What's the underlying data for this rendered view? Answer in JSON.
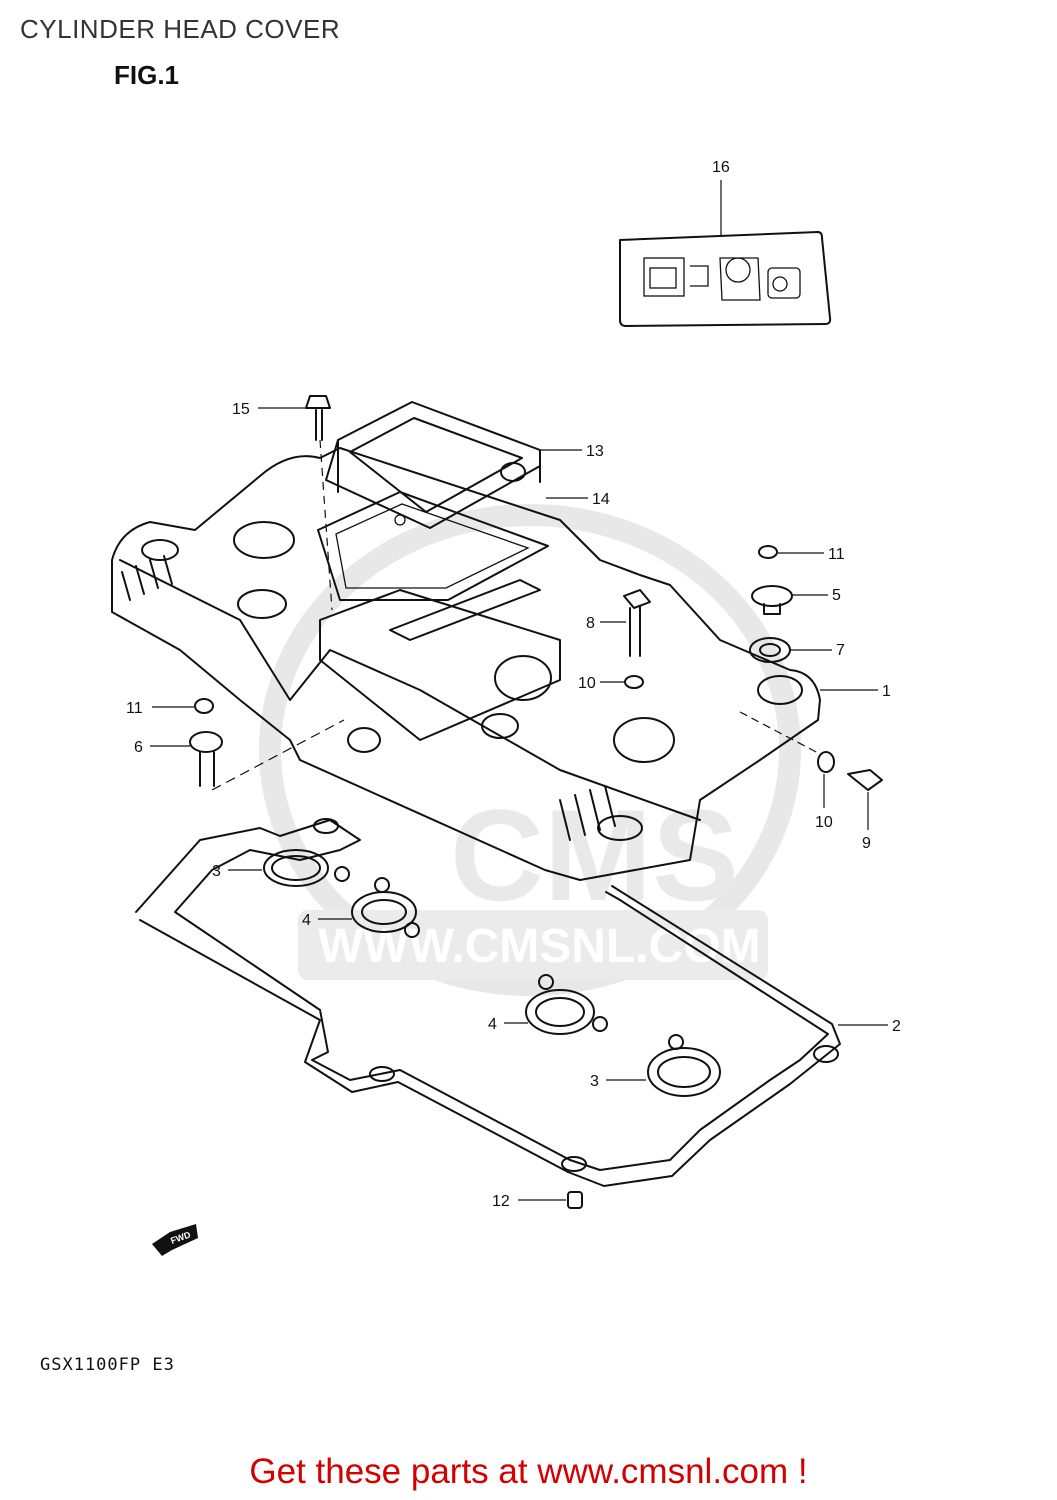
{
  "header": {
    "title": "CYLINDER HEAD COVER",
    "figure": "FIG.1"
  },
  "watermark": {
    "text": "WWW.CMSNL.COM",
    "logo": "CMS"
  },
  "fwd_arrow": {
    "label": "FWD"
  },
  "model": "GSX1100FP  E3",
  "footer": {
    "text": "Get these parts at www.cmsnl.com !"
  },
  "callouts": {
    "c16": "16",
    "c15": "15",
    "c13": "13",
    "c14": "14",
    "c11a": "11",
    "c5": "5",
    "c8": "8",
    "c7": "7",
    "c10a": "10",
    "c1": "1",
    "c11b": "11",
    "c6": "6",
    "c10b": "10",
    "c9": "9",
    "c3a": "3",
    "c4a": "4",
    "c4b": "4",
    "c2": "2",
    "c3b": "3",
    "c12": "12"
  },
  "colors": {
    "footer": "#d40000",
    "watermark": "#d4d4d4",
    "line": "#111111"
  }
}
